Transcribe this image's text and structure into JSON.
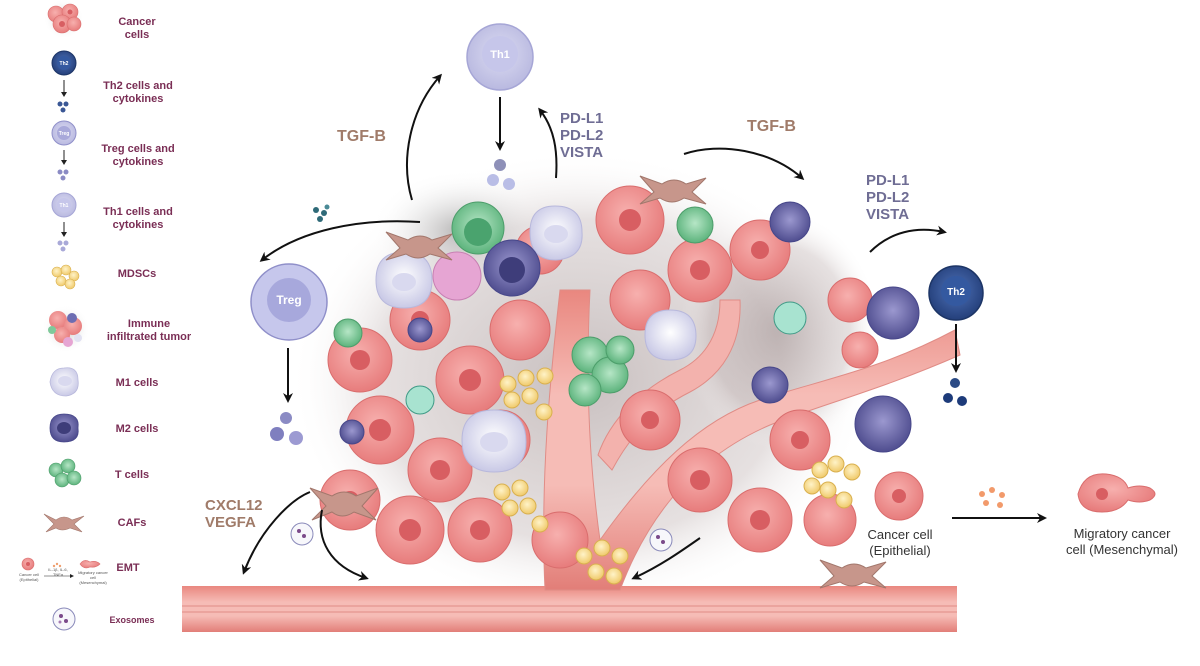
{
  "legend": {
    "cancer": "Cancer\ncells",
    "th2": "Th2 cells and\ncytokines",
    "treg": "Treg cells and\ncytokines",
    "th1": "Th1 cells and\ncytokines",
    "mdsc": "MDSCs",
    "immune": "Immune\ninfiltrated tumor",
    "m1": "M1 cells",
    "m2": "M2 cells",
    "tcells": "T cells",
    "cafs": "CAFs",
    "emt": "EMT",
    "exosomes": "Exosomes",
    "emt_mini_epithelial": "Cancer cell\n(Epithelial)",
    "emt_mini_arrow": "IL-1β, IL-6,\nTNFα",
    "emt_mini_mesenchymal": "Migratory cancer\ncell (Mesenchymal)",
    "th2_icon_text": "Th2",
    "treg_icon_text": "Treg",
    "th1_icon_text": "Th1"
  },
  "main": {
    "th1_cell": "Th1",
    "treg_cell": "Treg",
    "th2_cell": "Th2",
    "tgfb_left": "TGF-B",
    "tgfb_right": "TGF-B",
    "checkpoint_top": "PD-L1\nPD-L2\nVISTA",
    "checkpoint_right": "PD-L1\nPD-L2\nVISTA",
    "chemokines": "CXCL12\nVEGFA",
    "epithelial_label": "Cancer cell\n(Epithelial)",
    "mesenchymal_label": "Migratory cancer\ncell (Mesenchymal)"
  },
  "colors": {
    "legend_text": "#7a2e55",
    "tgfb_text": "#a07b69",
    "checkpoint_text": "#6f6d94",
    "vessel": "#f2a9a4",
    "cancer_cell": "#f08e8c",
    "tcell": "#7fc99a",
    "m2": "#6f6fb0",
    "mdsc": "#f7dc8e"
  }
}
